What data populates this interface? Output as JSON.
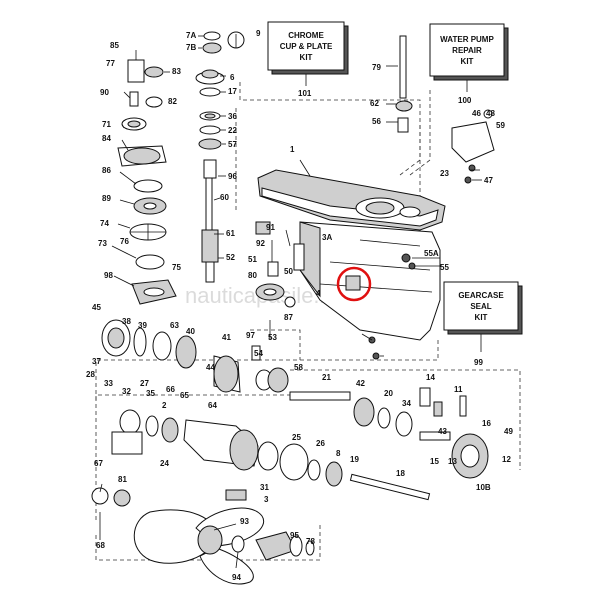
{
  "kits": {
    "chrome": {
      "line1": "CHROME",
      "line2": "CUP & PLATE",
      "line3": "KIT",
      "number": "101"
    },
    "water_pump": {
      "line1": "WATER PUMP",
      "line2": "REPAIR",
      "line3": "KIT",
      "number": "100"
    },
    "gearcase_seal": {
      "line1": "GEARCASE",
      "line2": "SEAL",
      "line3": "KIT",
      "number": "99"
    }
  },
  "watermark": "nauticapasile.it",
  "highlight_color": "#e01010",
  "callouts": [
    "85",
    "77",
    "90",
    "71",
    "84",
    "86",
    "89",
    "74",
    "76",
    "73",
    "83",
    "82",
    "7A",
    "7B",
    "9",
    "6",
    "17",
    "36",
    "22",
    "57",
    "96",
    "60",
    "61",
    "52",
    "98",
    "45",
    "38",
    "39",
    "63",
    "37",
    "40",
    "28",
    "33",
    "32",
    "27",
    "35",
    "65",
    "2",
    "66",
    "64",
    "75",
    "1",
    "79",
    "62",
    "56",
    "46",
    "48",
    "59",
    "23",
    "47",
    "91",
    "92",
    "3A",
    "55A",
    "51",
    "50",
    "80",
    "4",
    "55",
    "97",
    "87",
    "41",
    "44",
    "53",
    "54",
    "58",
    "21",
    "42",
    "20",
    "34",
    "14",
    "11",
    "16",
    "49",
    "12",
    "15",
    "13",
    "10B",
    "43",
    "25",
    "26",
    "24",
    "19",
    "18",
    "8",
    "31",
    "67",
    "81",
    "68",
    "93",
    "95",
    "78",
    "94",
    "3"
  ]
}
